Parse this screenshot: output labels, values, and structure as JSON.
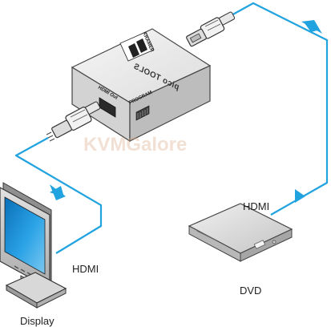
{
  "diagram": {
    "device": {
      "brand": "pico TOOLS",
      "logo_text": "KRAMER",
      "port_hdmi_out": "HDMI Out",
      "port_program": "PROGRAM"
    },
    "watermark": "KVMGalore",
    "labels": {
      "display": "Display",
      "dvd": "DVD",
      "hdmi_display": "HDMI",
      "hdmi_dvd": "HDMI"
    }
  },
  "colors": {
    "cable": "#21a3df",
    "device_top": "#ececec",
    "device_front": "#cfcfcf",
    "device_side": "#b8b8b8",
    "monitor_frame": "#c9c9c9",
    "monitor_screen": "#1c8fd2",
    "dvd_body": "#d5d5d5"
  }
}
